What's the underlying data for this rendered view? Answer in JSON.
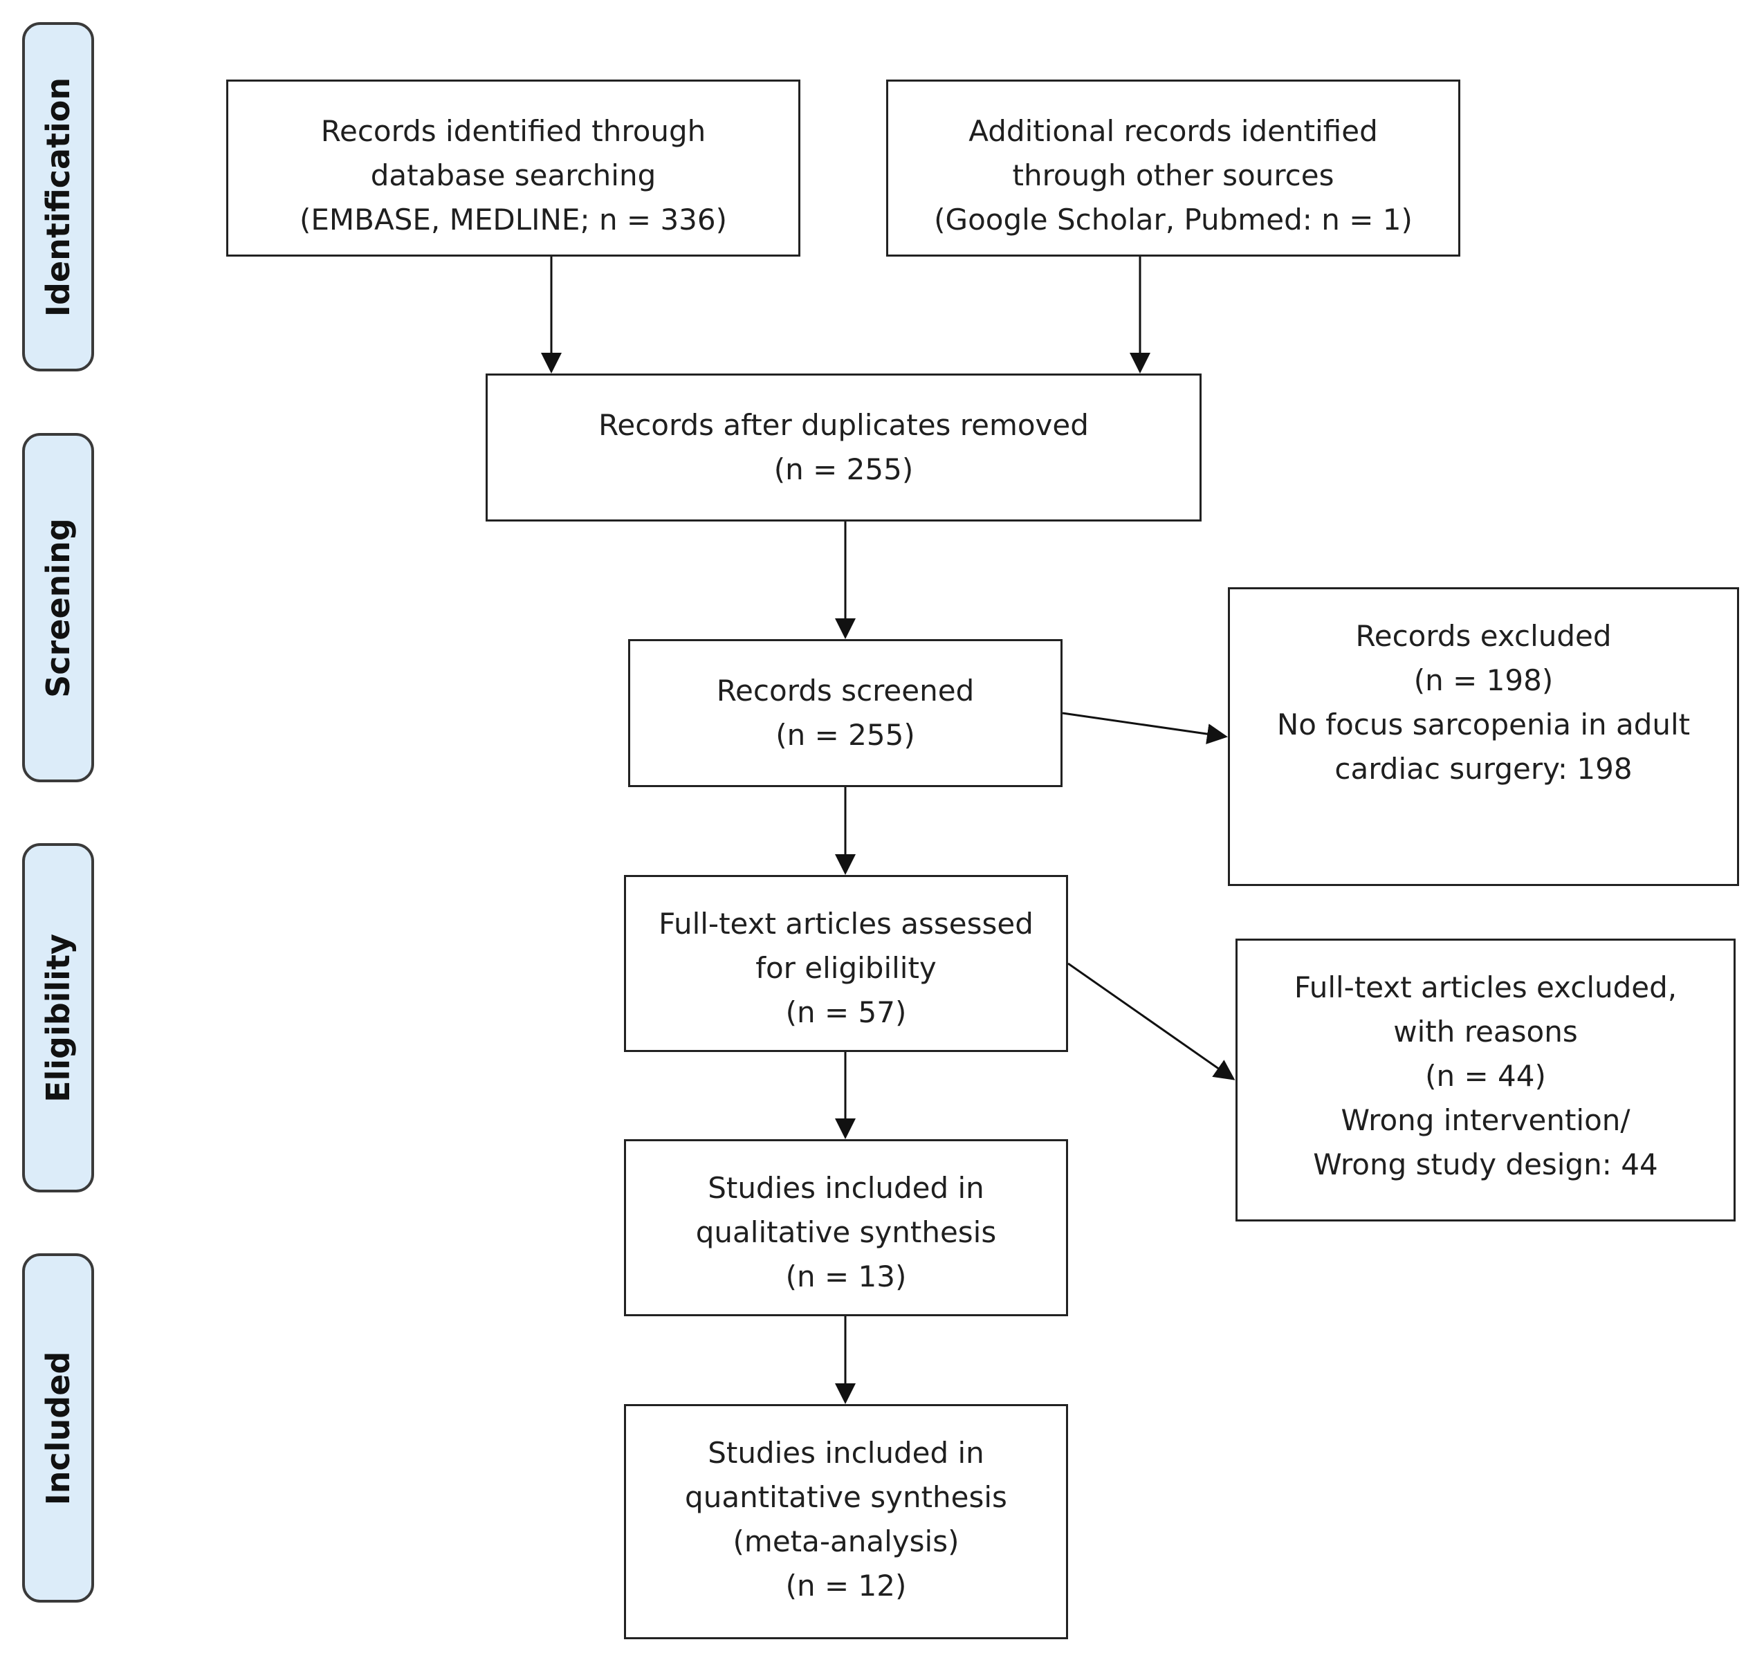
{
  "phases": {
    "identification": "Identification",
    "screening": "Screening",
    "eligibility": "Eligibility",
    "included": "Included"
  },
  "boxes": {
    "database_records": {
      "line1": "Records identified through",
      "line2": "database searching",
      "line3": "(EMBASE, MEDLINE; n = 336)"
    },
    "additional_records": {
      "line1": "Additional records identified",
      "line2": "through other sources",
      "line3": "(Google Scholar, Pubmed: n = 1)"
    },
    "after_duplicates": {
      "line1": "Records after duplicates removed",
      "line2": "(n = 255)"
    },
    "screened": {
      "line1": "Records screened",
      "line2": "(n = 255)"
    },
    "excluded": {
      "line1": "Records excluded",
      "line2": "(n = 198)",
      "line3": "No focus sarcopenia in adult",
      "line4": "cardiac surgery: 198"
    },
    "fulltext_assessed": {
      "line1": "Full-text articles assessed",
      "line2": "for eligibility",
      "line3": "(n = 57)"
    },
    "fulltext_excluded": {
      "line1": "Full-text articles excluded,",
      "line2": "with reasons",
      "line3": "(n = 44)",
      "line4": "Wrong intervention/",
      "line5": "Wrong study design: 44"
    },
    "qualitative": {
      "line1": "Studies included in",
      "line2": "qualitative synthesis",
      "line3": "(n = 13)"
    },
    "quantitative": {
      "line1": "Studies included in",
      "line2": "quantitative synthesis",
      "line3": "(meta-analysis)",
      "line4": "(n = 12)"
    }
  },
  "colors": {
    "phase_fill": "#dcecf9",
    "phase_border": "#3a3a3a",
    "box_border": "#222222",
    "arrow": "#111111"
  }
}
